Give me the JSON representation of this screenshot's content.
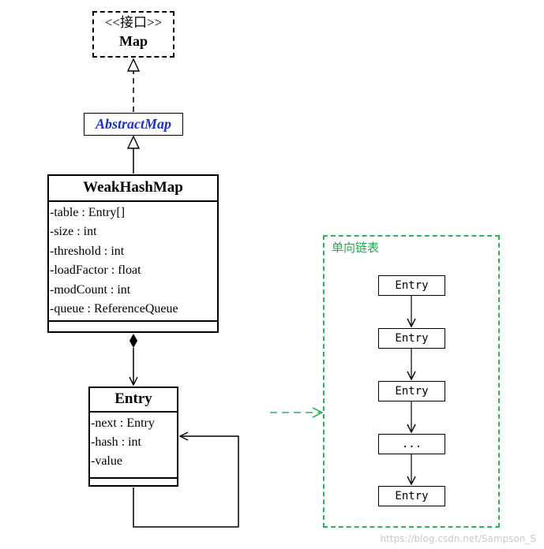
{
  "interface": {
    "stereotype": "<<接口>>",
    "name": "Map"
  },
  "abstract_class": {
    "name": "AbstractMap"
  },
  "weak_hash_map": {
    "name": "WeakHashMap",
    "attributes": [
      "-table : Entry[]",
      "-size : int",
      "-threshold : int",
      "-loadFactor : float",
      "-modCount : int",
      "-queue : ReferenceQueue"
    ]
  },
  "entry_class": {
    "name": "Entry",
    "attributes": [
      "-next : Entry",
      "-hash : int",
      "-value"
    ]
  },
  "linked_list": {
    "label": "单向链表",
    "nodes": [
      "Entry",
      "Entry",
      "Entry",
      "...",
      "Entry"
    ]
  },
  "watermark": "https://blog.csdn.net/Sampson_S",
  "colors": {
    "abstract_text": "#1f2fc8",
    "group_border": "#2db35d",
    "group_label": "#27a653"
  }
}
